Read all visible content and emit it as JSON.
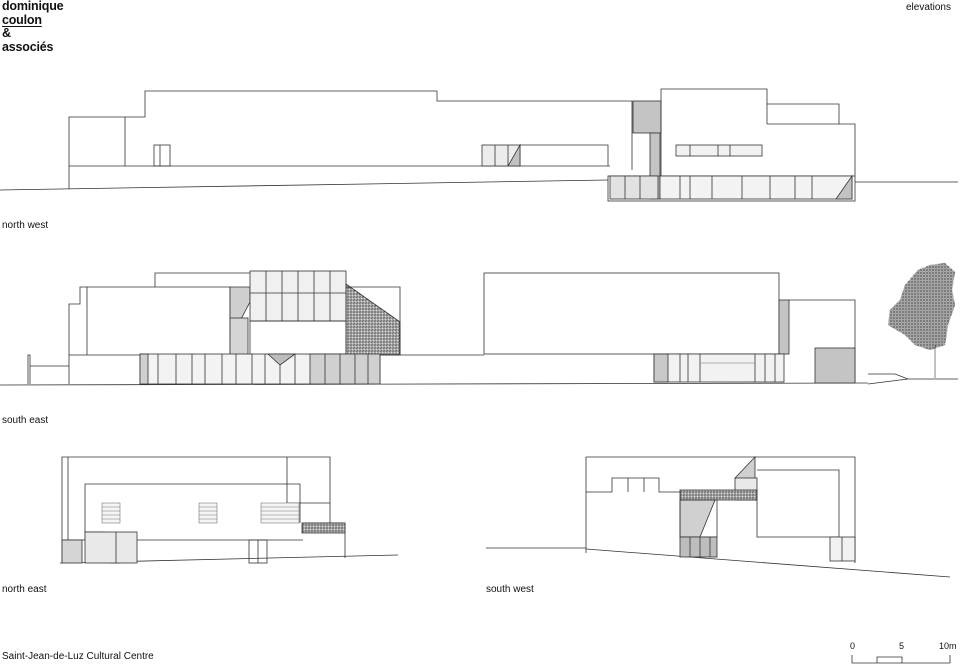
{
  "logo": {
    "line1": "dominique",
    "line2": "coulon",
    "line3": "&",
    "line4": "associés"
  },
  "sheet_title": "elevations",
  "elevations": [
    {
      "label": "north west"
    },
    {
      "label": "south east"
    },
    {
      "label": "north east"
    },
    {
      "label": "south west"
    }
  ],
  "project_name": "Saint-Jean-de-Luz Cultural Centre",
  "scale_bar": {
    "ticks": [
      "0",
      "5",
      "10m"
    ]
  },
  "colors": {
    "line": "#333333",
    "shade": "#bdbdbd",
    "light": "#e6e6e6"
  }
}
